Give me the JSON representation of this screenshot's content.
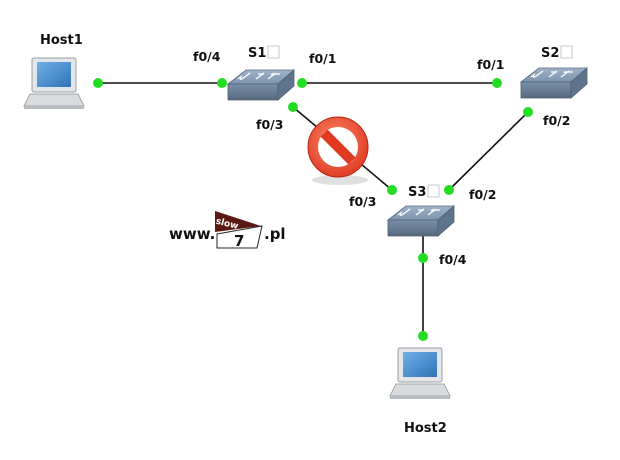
{
  "devices": {
    "host1": "Host1",
    "host2": "Host2",
    "s1": "S1",
    "s2": "S2",
    "s3": "S3"
  },
  "ports": {
    "s1_host": "f0/4",
    "s1_s2": "f0/1",
    "s2_s1": "f0/1",
    "s1_s3": "f0/3",
    "s2_s3": "f0/2",
    "s3_s1": "f0/3",
    "s3_s2": "f0/2",
    "s3_host": "f0/4"
  },
  "watermark": {
    "prefix": "www.",
    "logo_top": "slow",
    "logo_bottom": "7",
    "suffix": ".pl"
  },
  "status": {
    "blocked_link": "S1-S3",
    "blocked_icon": "no-entry-icon",
    "port_color": "#22dd22"
  }
}
